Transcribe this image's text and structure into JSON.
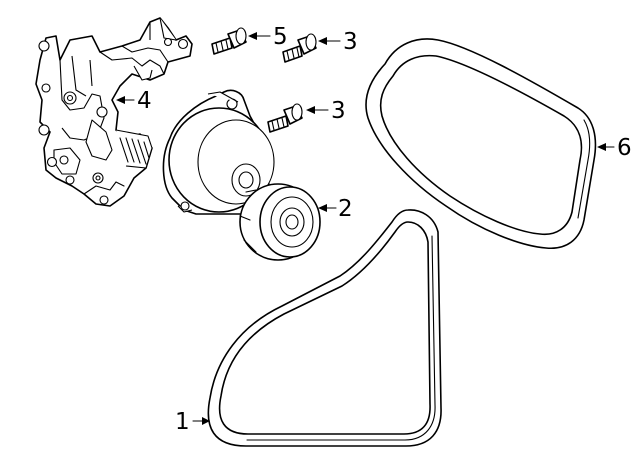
{
  "callouts": [
    {
      "id": "1",
      "label": "1"
    },
    {
      "id": "2",
      "label": "2"
    },
    {
      "id": "3a",
      "label": "3"
    },
    {
      "id": "3b",
      "label": "3"
    },
    {
      "id": "4",
      "label": "4"
    },
    {
      "id": "5",
      "label": "5"
    },
    {
      "id": "6",
      "label": "6"
    }
  ],
  "colors": {
    "line": "#000000",
    "background": "#ffffff"
  }
}
